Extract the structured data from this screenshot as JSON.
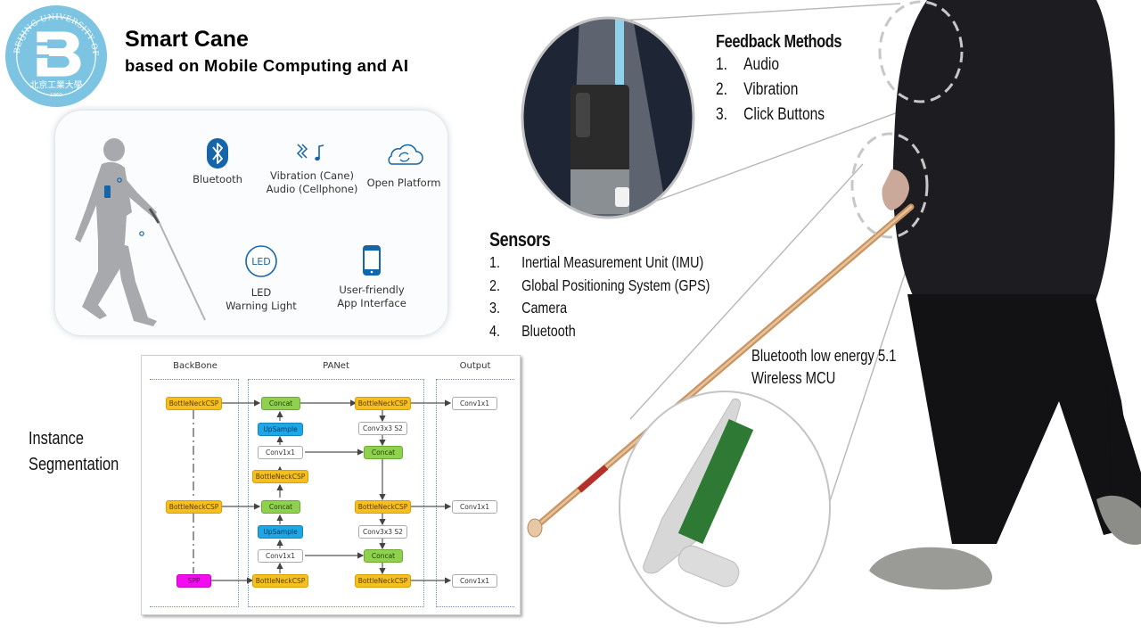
{
  "logo": {
    "ring_text": "BEIJING UNIVERSITY OF TECHNOLOGY",
    "chinese_name": "北京工業大學",
    "year": "1960",
    "color": "#7cc4e2"
  },
  "header": {
    "title": "Smart Cane",
    "subtitle": "based on Mobile Computing and AI"
  },
  "features_card": {
    "items": [
      {
        "icon": "bluetooth-icon",
        "label_lines": [
          "Bluetooth"
        ]
      },
      {
        "icon": "vibration-audio-icon",
        "label_lines": [
          "Vibration  (Cane)",
          "Audio (Cellphone)"
        ]
      },
      {
        "icon": "cloud-sync-icon",
        "label_lines": [
          "Open Platform"
        ]
      },
      {
        "icon": "led-icon",
        "icon_text": "LED",
        "label_lines": [
          "LED",
          "Warning Light"
        ]
      },
      {
        "icon": "smartphone-icon",
        "label_lines": [
          "User-friendly",
          "App Interface"
        ]
      }
    ],
    "accent": "#1565a8"
  },
  "feedback": {
    "heading": "Feedback Methods",
    "items": [
      {
        "num": "1.",
        "text": "Audio"
      },
      {
        "num": "2.",
        "text": "Vibration"
      },
      {
        "num": "3.",
        "text": "Click Buttons"
      }
    ]
  },
  "sensors": {
    "heading": "Sensors",
    "items": [
      {
        "num": "1.",
        "text": "Inertial Measurement Unit (IMU)"
      },
      {
        "num": "2.",
        "text": "Global Positioning System (GPS)"
      },
      {
        "num": "3.",
        "text": "Camera"
      },
      {
        "num": "4.",
        "text": "Bluetooth"
      }
    ]
  },
  "ble_caption": {
    "line1": "Bluetooth low energy 5.1",
    "line2": "Wireless MCU"
  },
  "instance_segmentation": {
    "line1": "Instance",
    "line2": "Segmentation"
  },
  "network_diagram": {
    "sections": [
      "BackBone",
      "PANet",
      "Output"
    ],
    "backbone": [
      "BottleNeckCSP",
      "BottleNeckCSP",
      "SPP"
    ],
    "panet_left": [
      "Concat",
      "UpSample",
      "Conv1x1",
      "BottleNeckCSP",
      "Concat",
      "UpSample",
      "Conv1x1",
      "BottleNeckCSP"
    ],
    "panet_right": [
      "BottleNeckCSP",
      "Conv3x3 S2",
      "Concat",
      "BottleNeckCSP",
      "Conv3x3 S2",
      "Concat",
      "BottleNeckCSP"
    ],
    "outputs": [
      "Conv1x1",
      "Conv1x1",
      "Conv1x1"
    ],
    "colors": {
      "bottleneck": "#f5bf20",
      "concat": "#8fd14f",
      "upsample": "#1ea7e6",
      "spp": "#f20cf0",
      "conv": "#ffffff"
    }
  }
}
